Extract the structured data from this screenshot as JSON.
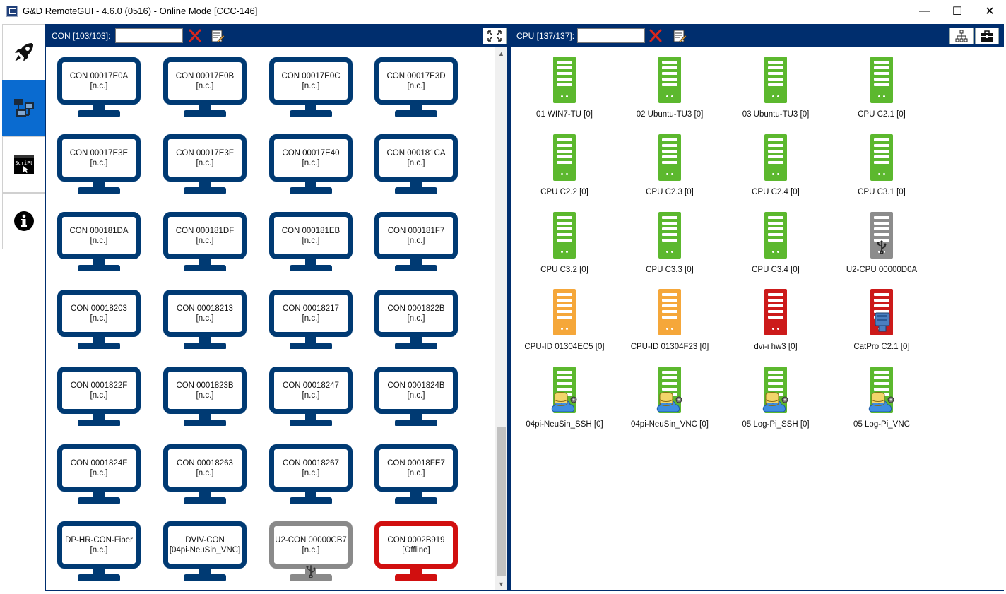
{
  "window": {
    "title": "G&D RemoteGUI - 4.6.0 (0516) - Online Mode [CCC-146]",
    "minimize": "—",
    "maximize": "☐",
    "close": "✕"
  },
  "sidebar": {
    "items": [
      {
        "icon": "rocket-icon",
        "active": false
      },
      {
        "icon": "network-icon",
        "active": true
      },
      {
        "icon": "script-icon",
        "active": false
      },
      {
        "icon": "info-icon",
        "active": false
      }
    ]
  },
  "con_panel": {
    "label": "CON [103/103]:",
    "filter_value": "",
    "scroll_up": "▲",
    "scroll_down": "▼",
    "tiles": [
      {
        "name": "CON 00017E0A",
        "status": "[n.c.]",
        "color": "blue"
      },
      {
        "name": "CON 00017E0B",
        "status": "[n.c.]",
        "color": "blue"
      },
      {
        "name": "CON 00017E0C",
        "status": "[n.c.]",
        "color": "blue"
      },
      {
        "name": "CON 00017E3D",
        "status": "[n.c.]",
        "color": "blue"
      },
      {
        "name": "CON 00017E3E",
        "status": "[n.c.]",
        "color": "blue"
      },
      {
        "name": "CON 00017E3F",
        "status": "[n.c.]",
        "color": "blue"
      },
      {
        "name": "CON 00017E40",
        "status": "[n.c.]",
        "color": "blue"
      },
      {
        "name": "CON 000181CA",
        "status": "[n.c.]",
        "color": "blue"
      },
      {
        "name": "CON 000181DA",
        "status": "[n.c.]",
        "color": "blue"
      },
      {
        "name": "CON 000181DF",
        "status": "[n.c.]",
        "color": "blue"
      },
      {
        "name": "CON 000181EB",
        "status": "[n.c.]",
        "color": "blue"
      },
      {
        "name": "CON 000181F7",
        "status": "[n.c.]",
        "color": "blue"
      },
      {
        "name": "CON 00018203",
        "status": "[n.c.]",
        "color": "blue"
      },
      {
        "name": "CON 00018213",
        "status": "[n.c.]",
        "color": "blue"
      },
      {
        "name": "CON 00018217",
        "status": "[n.c.]",
        "color": "blue"
      },
      {
        "name": "CON 0001822B",
        "status": "[n.c.]",
        "color": "blue"
      },
      {
        "name": "CON 0001822F",
        "status": "[n.c.]",
        "color": "blue"
      },
      {
        "name": "CON 0001823B",
        "status": "[n.c.]",
        "color": "blue"
      },
      {
        "name": "CON 00018247",
        "status": "[n.c.]",
        "color": "blue"
      },
      {
        "name": "CON 0001824B",
        "status": "[n.c.]",
        "color": "blue"
      },
      {
        "name": "CON 0001824F",
        "status": "[n.c.]",
        "color": "blue"
      },
      {
        "name": "CON 00018263",
        "status": "[n.c.]",
        "color": "blue"
      },
      {
        "name": "CON 00018267",
        "status": "[n.c.]",
        "color": "blue"
      },
      {
        "name": "CON 00018FE7",
        "status": "[n.c.]",
        "color": "blue"
      },
      {
        "name": "DP-HR-CON-Fiber",
        "status": "[n.c.]",
        "color": "blue"
      },
      {
        "name": "DVIV-CON",
        "status": "[04pi-NeuSin_VNC]",
        "color": "blue"
      },
      {
        "name": "U2-CON 00000CB7",
        "status": "[n.c.]",
        "color": "gray",
        "usb": true
      },
      {
        "name": "CON 0002B919",
        "status": "[Offline]",
        "color": "red"
      }
    ]
  },
  "cpu_panel": {
    "label": "CPU [137/137]:",
    "filter_value": "",
    "tiles": [
      {
        "name": "01 WIN7-TU [0]",
        "color": "#5cb82e",
        "overlay": "none"
      },
      {
        "name": "02 Ubuntu-TU3 [0]",
        "color": "#5cb82e",
        "overlay": "none"
      },
      {
        "name": "03 Ubuntu-TU3 [0]",
        "color": "#5cb82e",
        "overlay": "none"
      },
      {
        "name": "CPU C2.1 [0]",
        "color": "#5cb82e",
        "overlay": "none"
      },
      {
        "name": "CPU C2.2 [0]",
        "color": "#5cb82e",
        "overlay": "none"
      },
      {
        "name": "CPU C2.3 [0]",
        "color": "#5cb82e",
        "overlay": "none"
      },
      {
        "name": "CPU C2.4 [0]",
        "color": "#5cb82e",
        "overlay": "none"
      },
      {
        "name": "CPU C3.1 [0]",
        "color": "#5cb82e",
        "overlay": "none"
      },
      {
        "name": "CPU C3.2 [0]",
        "color": "#5cb82e",
        "overlay": "none"
      },
      {
        "name": "CPU C3.3 [0]",
        "color": "#5cb82e",
        "overlay": "none"
      },
      {
        "name": "CPU C3.4 [0]",
        "color": "#5cb82e",
        "overlay": "none"
      },
      {
        "name": "U2-CPU 00000D0A",
        "color": "#8c8c8c",
        "overlay": "usb"
      },
      {
        "name": "CPU-ID 01304EC5 [0]",
        "color": "#f5a73a",
        "overlay": "none"
      },
      {
        "name": "CPU-ID 01304F23 [0]",
        "color": "#f5a73a",
        "overlay": "none"
      },
      {
        "name": "dvi-i hw3 [0]",
        "color": "#cc1a1a",
        "overlay": "none"
      },
      {
        "name": "CatPro C2.1 [0]",
        "color": "#cc1a1a",
        "overlay": "adapter"
      },
      {
        "name": "04pi-NeuSin_SSH [0]",
        "color": "#5cb82e",
        "overlay": "cloud"
      },
      {
        "name": "04pi-NeuSin_VNC [0]",
        "color": "#5cb82e",
        "overlay": "cloud"
      },
      {
        "name": "05 Log-Pi_SSH [0]",
        "color": "#5cb82e",
        "overlay": "cloud"
      },
      {
        "name": "05 Log-Pi_VNC",
        "color": "#5cb82e",
        "overlay": "cloud"
      }
    ]
  },
  "colors": {
    "frame": "#002e6e",
    "sidebar_active": "#0a6bd0",
    "monitor_blue": "#003a73",
    "monitor_gray": "#8a8a8a",
    "monitor_red": "#d10f0f",
    "clear_x": "#d9261c"
  }
}
